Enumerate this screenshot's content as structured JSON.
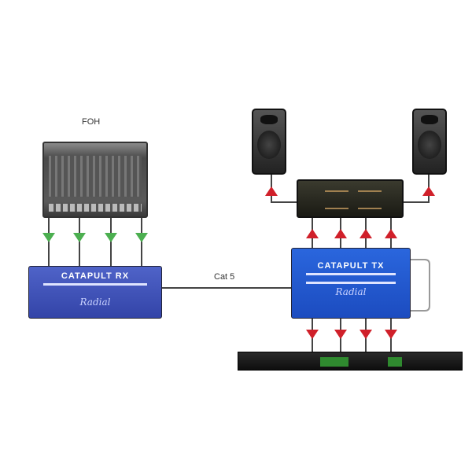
{
  "labels": {
    "foh": "FOH",
    "cable": "Cat 5"
  },
  "devices": {
    "left_catapult": {
      "name": "CATAPULT RX",
      "logo": "Radial"
    },
    "right_catapult": {
      "name": "CATAPULT TX",
      "logo": "Radial"
    }
  },
  "colors": {
    "send_arrow": "#4caf50",
    "return_arrow": "#d0202a",
    "catapult_blue": "#3344a8"
  }
}
